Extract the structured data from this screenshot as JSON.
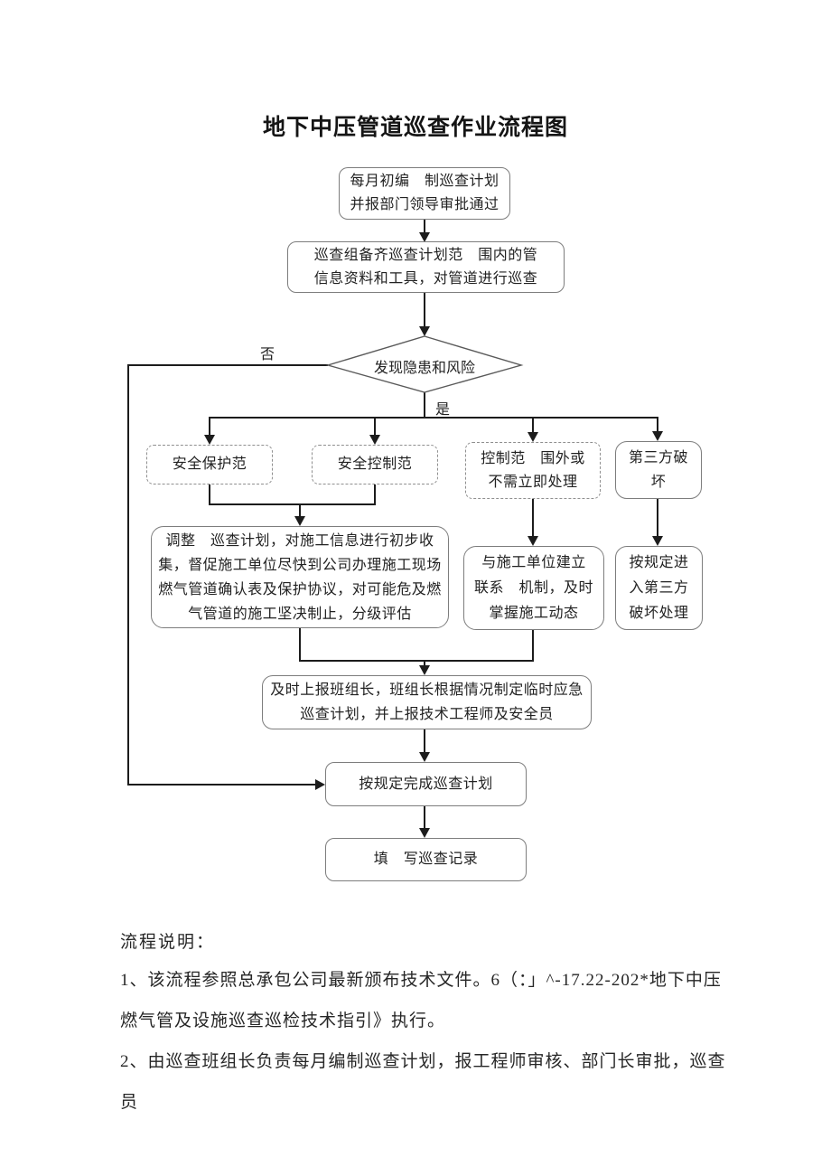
{
  "page": {
    "title": "地下中压管道巡查作业流程图"
  },
  "flowchart": {
    "decision_labels": {
      "no": "否",
      "yes": "是"
    },
    "nodes": {
      "start": {
        "text": "每月初编　制巡查计划\n并报部门领导审批通过"
      },
      "prepare": {
        "text": "巡查组备齐巡查计划范　围内的管\n信息资料和工具，对管道进行巡查"
      },
      "decision": {
        "text": "发现隐患和风险"
      },
      "safety_protection": {
        "text": "安全保护范"
      },
      "safety_control": {
        "text": "安全控制范"
      },
      "outside_control": {
        "text": "控制范　围外或\n不需立即处理"
      },
      "third_party": {
        "text": "第三方破\n坏"
      },
      "adjust_plan": {
        "text": "调整　巡查计划，对施工信息进行初步收\n集，督促施工单位尽快到公司办理施工现场\n燃气管道确认表及保护协议，对可能危及燃\n气管道的施工坚决制止，分级评估"
      },
      "contact_unit": {
        "text": "与施工单位建立\n联系　机制，及时\n掌握施工动态"
      },
      "third_party_handle": {
        "text": "按规定进\n入第三方\n破坏处理"
      },
      "report_leader": {
        "text": "及时上报班组长，班组长根据情况制定临时应急\n巡查计划，并上报技术工程师及安全员"
      },
      "complete_plan": {
        "text": "按规定完成巡查计划"
      },
      "fill_record": {
        "text": "填　写巡查记录"
      }
    }
  },
  "notes": {
    "heading": "流程说明：",
    "items": [
      "1、该流程参照总承包公司最新颁布技术文件。6（：」^-17.22-202*地下中压",
      "燃气管及设施巡查巡检技术指引》执行。",
      "2、由巡查班组长负责每月编制巡查计划，报工程师审核、部门长审批，巡查员"
    ]
  }
}
